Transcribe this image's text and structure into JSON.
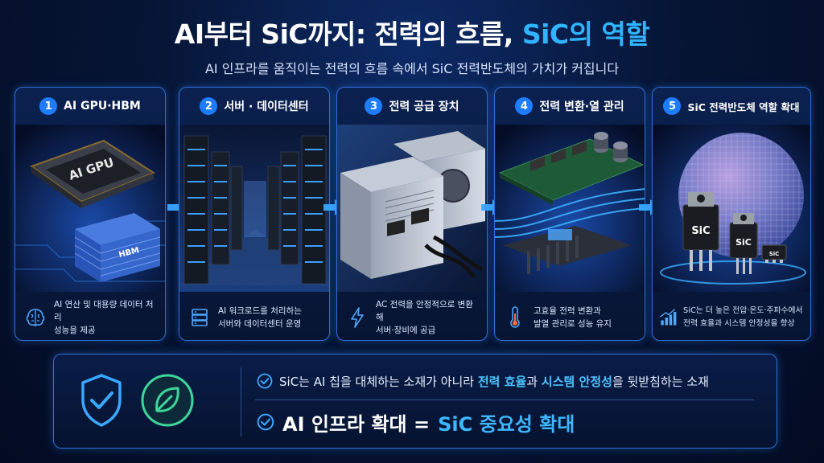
{
  "header": {
    "title_main": "AI부터 SiC까지: 전력의 흐름,",
    "title_accent": "SiC의 역할",
    "subtitle": "AI 인프라를 움직이는 전력의 흐름 속에서 SiC 전력반도체의 가치가 커집니다"
  },
  "steps": [
    {
      "num": "1",
      "title": "AI GPU·HBM",
      "chip_label": "AI GPU",
      "hbm_label": "HBM",
      "icon": "brain-icon",
      "desc": "AI 연산 및 대용량 데이터 처리\n성능을 제공"
    },
    {
      "num": "2",
      "title": "서버 · 데이터센터",
      "icon": "server-icon",
      "desc": "AI 워크로드를 처리하는\n서버와 데이터센터 운영"
    },
    {
      "num": "3",
      "title": "전력 공급 장치",
      "icon": "lightning-icon",
      "desc": "AC 전력을 안정적으로 변환해\n서버·장비에 공급"
    },
    {
      "num": "4",
      "title": "전력 변환·열 관리",
      "icon": "thermometer-icon",
      "desc": "고효율 전력 변환과\n발열 관리로 성능 유지"
    },
    {
      "num": "5",
      "title": "SiC 전력반도체 역할 확대",
      "chip_label": "SiC",
      "icon": "bar-chart-up-icon",
      "desc": "SiC는 더 높은 전압·온도·주파수에서\n전력 효율과 시스템 안정성을 향상"
    }
  ],
  "summary": {
    "line1_a": "SiC는 AI 칩을 대체하는 소재가 아니라",
    "line1_hl1": "전력 효율",
    "line1_b": "과",
    "line1_hl2": "시스템 안정성",
    "line1_c": "을 뒷받침하는 소재",
    "line2_a": "AI 인프라 확대 =",
    "line2_hl": "SiC 중요성 확대"
  },
  "colors": {
    "accent": "#2fb4ff",
    "border": "#2f6fd8",
    "badge": "#1e7cff",
    "background": "#061535"
  }
}
